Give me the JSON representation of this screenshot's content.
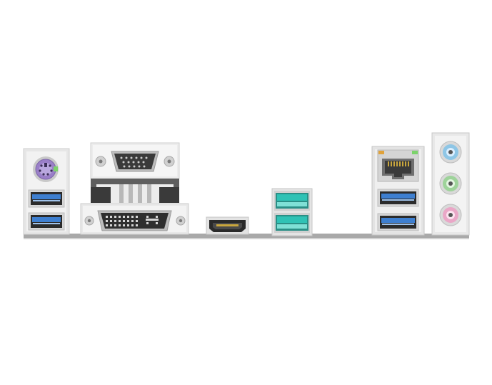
{
  "scene": {
    "subject": "motherboard-rear-io-panel",
    "ports": [
      {
        "id": "ps2-combo",
        "kind": "ps2-port",
        "color": "#9a7fc8"
      },
      {
        "id": "usb-left-top",
        "kind": "usb-a-3.x",
        "color": "#3e7fd0"
      },
      {
        "id": "usb-left-bottom",
        "kind": "usb-a-3.x",
        "color": "#3e7fd0"
      },
      {
        "id": "vga",
        "kind": "vga-port",
        "color": "#d9d9d9"
      },
      {
        "id": "dvi",
        "kind": "dvi-port",
        "color": "#e8e8e8"
      },
      {
        "id": "hdmi",
        "kind": "hdmi-port",
        "color": "#2a2a2a"
      },
      {
        "id": "usb-teal-top",
        "kind": "usb-a-2.0",
        "color": "#2fc2b5"
      },
      {
        "id": "usb-teal-bottom",
        "kind": "usb-a-2.0",
        "color": "#2fc2b5"
      },
      {
        "id": "rj45",
        "kind": "ethernet-port",
        "color": "#6f6f6f"
      },
      {
        "id": "usb-right-top",
        "kind": "usb-a-3.x",
        "color": "#3e7fd0"
      },
      {
        "id": "usb-right-bottom",
        "kind": "usb-a-3.x",
        "color": "#3e7fd0"
      },
      {
        "id": "audio-line-in",
        "kind": "audio-jack",
        "color": "#8ec6e6"
      },
      {
        "id": "audio-line-out",
        "kind": "audio-jack",
        "color": "#9ed39a"
      },
      {
        "id": "audio-mic",
        "kind": "audio-jack",
        "color": "#eaa7c7"
      }
    ]
  }
}
